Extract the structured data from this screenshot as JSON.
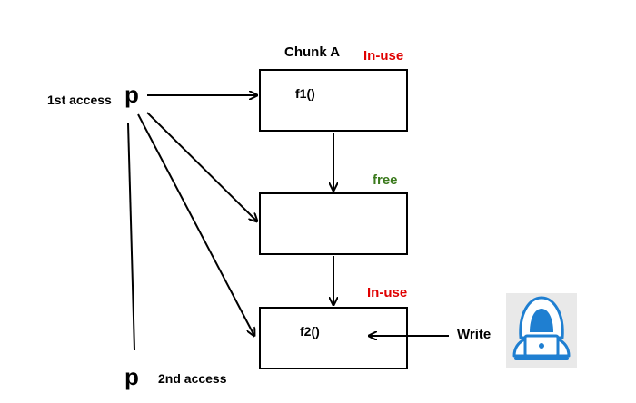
{
  "labels": {
    "chunk_title": "Chunk A",
    "status_top": "In-use",
    "status_middle": "free",
    "status_bottom": "In-use",
    "box_top_text": "f1()",
    "box_bottom_text": "f2()",
    "pointer_top": "p",
    "pointer_bottom": "p",
    "access_first": "1st access",
    "access_second": "2nd access",
    "write_label": "Write"
  },
  "colors": {
    "in_use": "#e00000",
    "free": "#3b7a1d",
    "stroke": "#000000",
    "hacker_bg": "#e9e9e9",
    "hacker_blue": "#1f7fd1"
  },
  "icons": {
    "attacker": "hacker-laptop-icon"
  }
}
